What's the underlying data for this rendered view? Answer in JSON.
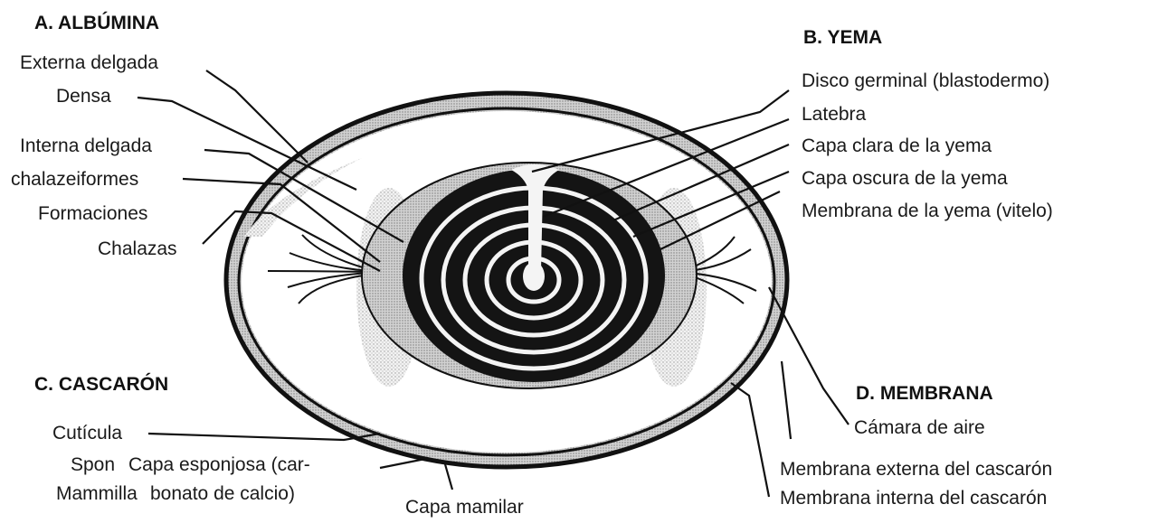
{
  "sections": {
    "albumina": {
      "title": "A. ALBÚMINA",
      "labels": [
        "Externa delgada",
        "Densa",
        "Interna delgada",
        "chalazeiformes",
        "Formaciones",
        "Chalazas"
      ]
    },
    "yema": {
      "title": "B. YEMA",
      "labels": [
        "Disco germinal (blastodermo)",
        "Latebra",
        "Capa clara de la yema",
        "Capa oscura de la yema",
        "Membrana de la yema (vitelo)"
      ]
    },
    "cascaron": {
      "title": "C. CASCARÓN",
      "labels": [
        "Cutícula",
        "Spon",
        "Capa esponjosa (car-",
        "Mammilla",
        "bonato de calcio)",
        "Capa mamilar"
      ]
    },
    "membrana": {
      "title": "D. MEMBRANA",
      "labels": [
        "Cámara de aire",
        "Membrana externa del cascarón",
        "Membrana interna del cascarón"
      ]
    }
  },
  "colors": {
    "ink": "#111111",
    "shell_shade": "#d9d9d9",
    "albumen_shade": "#efefef",
    "yolk_ring_shade": "#bdbdbd",
    "yolk_dark": "#141414",
    "yolk_light": "#f4f4f4"
  }
}
